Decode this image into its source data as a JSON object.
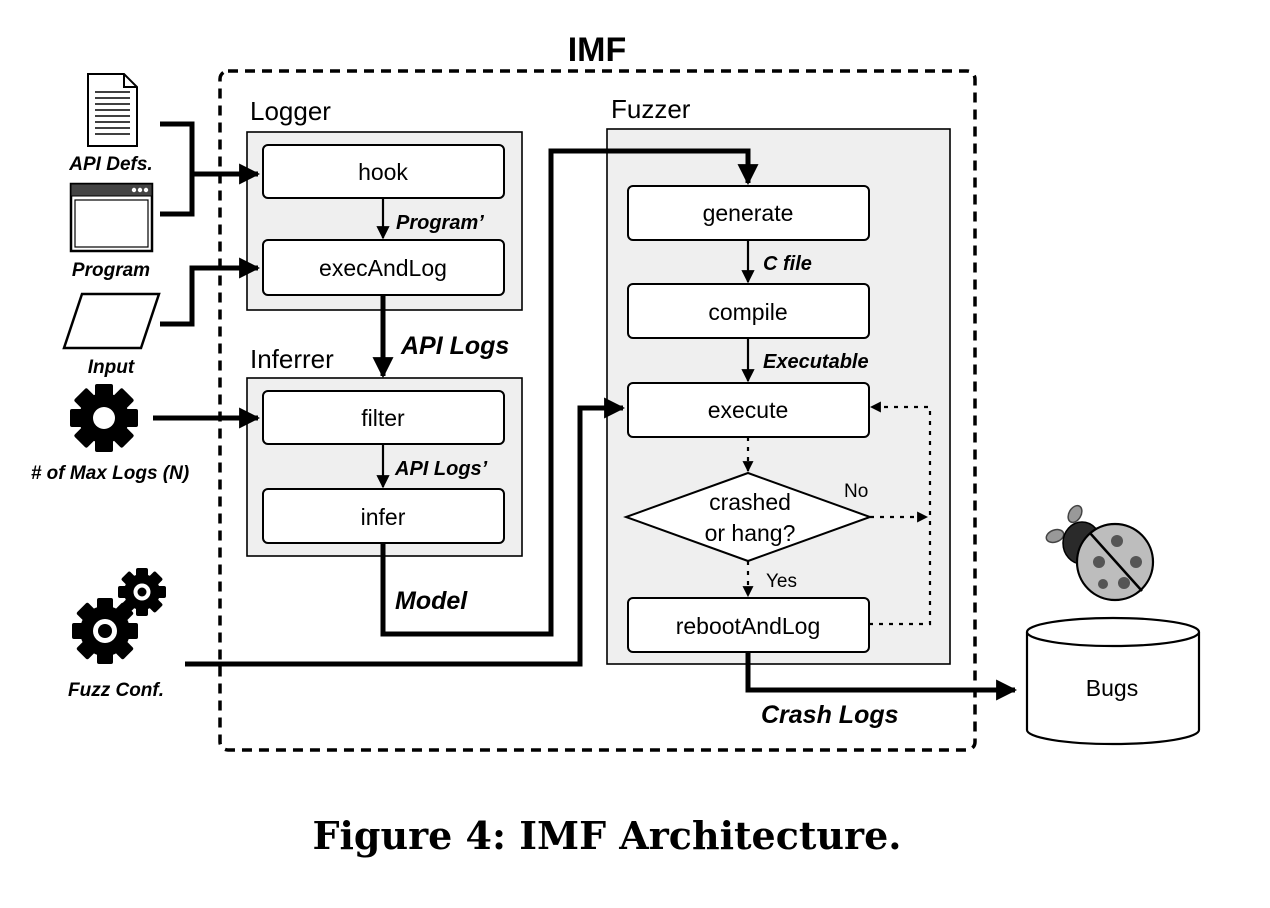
{
  "title": "IMF",
  "groups": {
    "logger": "Logger",
    "inferrer": "Inferrer",
    "fuzzer": "Fuzzer"
  },
  "boxes": {
    "hook": "hook",
    "exec_and_log": "execAndLog",
    "filter": "filter",
    "infer": "infer",
    "generate": "generate",
    "compile": "compile",
    "execute": "execute",
    "decision_line1": "crashed",
    "decision_line2": "or hang?",
    "reboot_and_log": "rebootAndLog",
    "bugs": "Bugs"
  },
  "edge_labels": {
    "program_prime": "Program’",
    "api_logs": "API Logs",
    "api_logs_prime": "API Logs’",
    "model": "Model",
    "c_file": "C file",
    "executable": "Executable",
    "no": "No",
    "yes": "Yes",
    "crash_logs": "Crash Logs"
  },
  "inputs": {
    "api_defs": "API Defs.",
    "program": "Program",
    "input": "Input",
    "max_logs": "# of Max Logs (N)",
    "fuzz_conf": "Fuzz Conf."
  },
  "icons": [
    "document-icon",
    "window-icon",
    "parallelogram-icon",
    "gear-icon",
    "gears-icon",
    "ladybug-icon",
    "cylinder-icon"
  ],
  "caption": "Figure 4: IMF Architecture."
}
